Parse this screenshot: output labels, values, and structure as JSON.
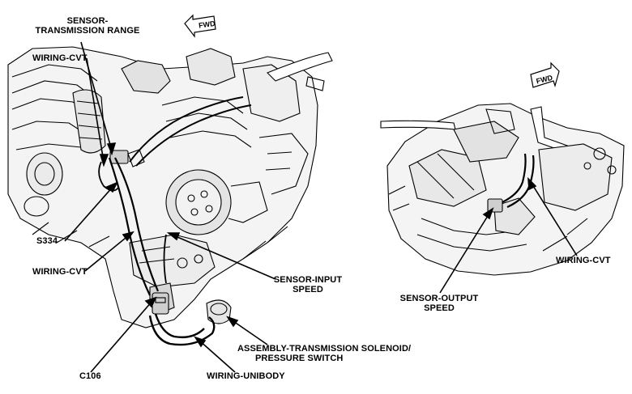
{
  "labels": {
    "sensor_trans_range_l1": "SENSOR-",
    "sensor_trans_range_l2": "TRANSMISSION RANGE",
    "wiring_cvt_left": "WIRING-CVT",
    "s334": "S334",
    "c106": "C106",
    "wiring_unibody": "WIRING-UNIBODY",
    "sensor_input_l1": "SENSOR-INPUT",
    "sensor_input_l2": "SPEED",
    "solenoid_l1": "ASSEMBLY-TRANSMISSION SOLENOID/",
    "solenoid_l2": "PRESSURE SWITCH",
    "sensor_output_l1": "SENSOR-OUTPUT",
    "sensor_output_l2": "SPEED",
    "wiring_cvt_right": "WIRING-CVT"
  },
  "arrows": {
    "fwd_left": "FWD",
    "fwd_right": "FWD"
  },
  "colors": {
    "line": "#000000",
    "shade": "#dcdcdc",
    "background": "#ffffff"
  }
}
